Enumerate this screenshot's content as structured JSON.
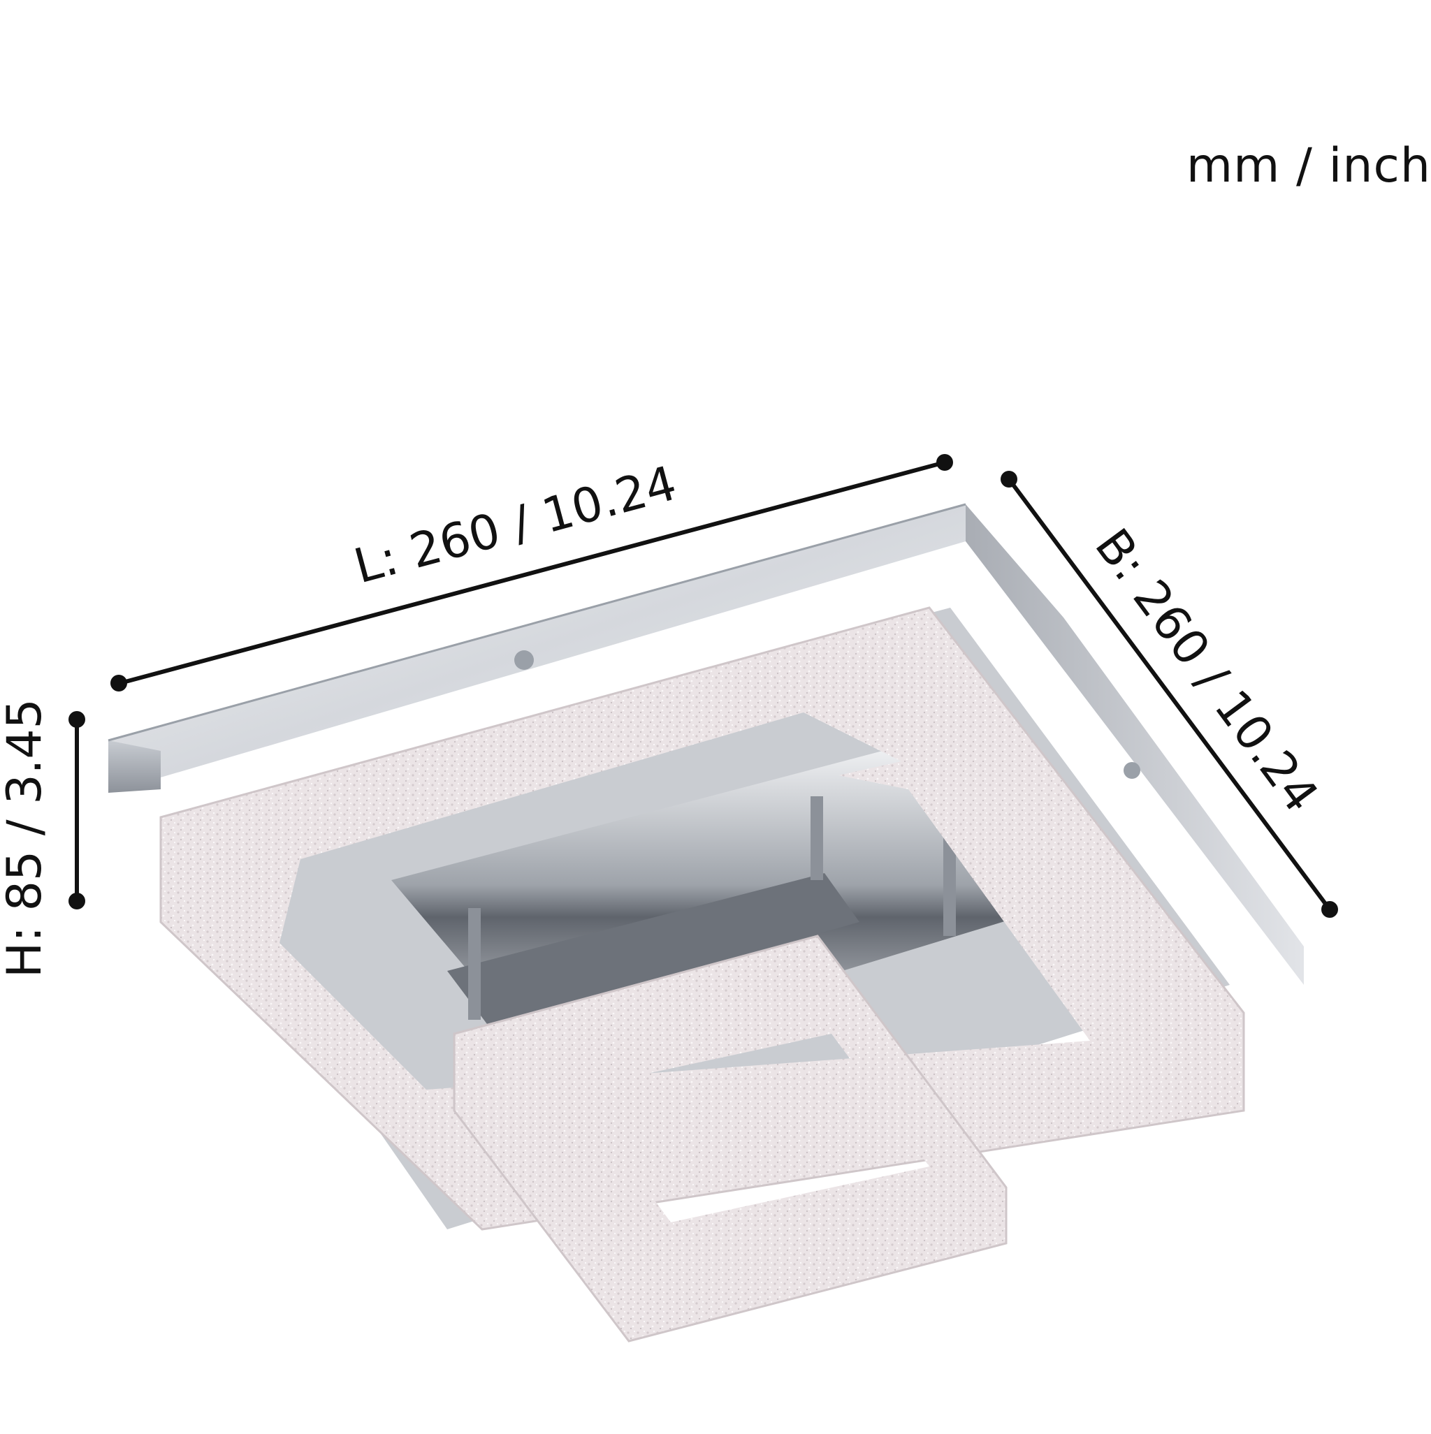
{
  "units_label": "mm / inch",
  "dimensions": {
    "length": "L: 260 / 10.24",
    "breadth": "B: 260 / 10.24",
    "height": "H: 85 / 3.45"
  },
  "colors": {
    "line": "#111111",
    "chrome_light": "#e4e6ea",
    "chrome_mid": "#b9bdc4",
    "chrome_dark": "#70757e",
    "crystal": "#ece6e8"
  }
}
